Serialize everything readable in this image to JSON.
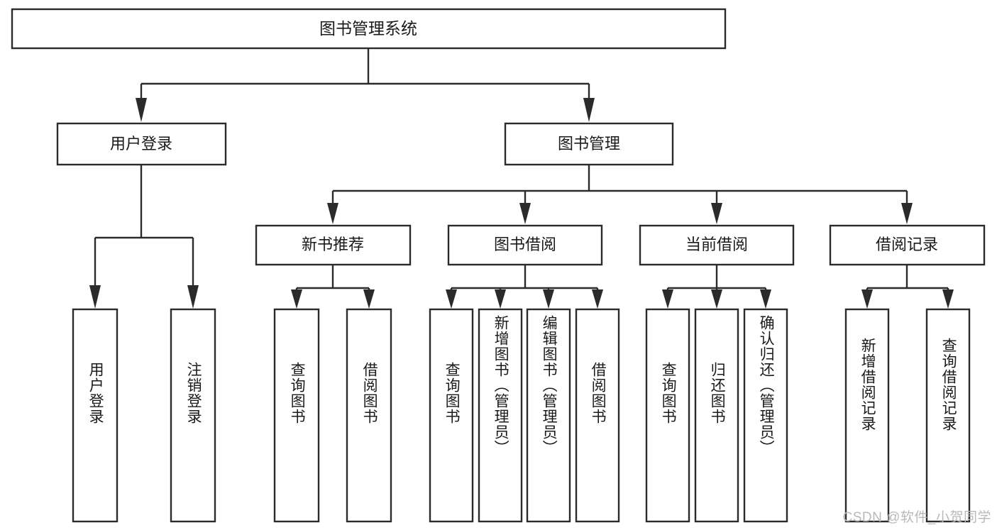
{
  "diagram": {
    "title": "图书管理系统",
    "type": "tree-hierarchy-chart",
    "watermark": "CSDN @软件_小贺同学",
    "colors": {
      "box_fill": "#ffffff",
      "box_stroke": "#2b2b2b",
      "text": "#1a1a1a",
      "watermark": "#b9b9b9",
      "background": "#ffffff"
    },
    "nodes": {
      "root": {
        "label": "图书管理系统"
      },
      "level2": [
        {
          "id": "user-login",
          "label": "用户登录"
        },
        {
          "id": "book-management",
          "label": "图书管理"
        }
      ],
      "level3": [
        {
          "id": "new-book-recommend",
          "label": "新书推荐"
        },
        {
          "id": "book-borrow",
          "label": "图书借阅"
        },
        {
          "id": "current-borrow",
          "label": "当前借阅"
        },
        {
          "id": "borrow-record",
          "label": "借阅记录"
        }
      ],
      "leaves": {
        "user_login": [
          {
            "id": "leaf-user-login",
            "label": "用户登录"
          },
          {
            "id": "leaf-logout-login",
            "label": "注销登录"
          }
        ],
        "new_book_recommend": [
          {
            "id": "leaf-query-book-1",
            "label": "查询图书"
          },
          {
            "id": "leaf-borrow-book-1",
            "label": "借阅图书"
          }
        ],
        "book_borrow": [
          {
            "id": "leaf-query-book-2",
            "label": "查询图书"
          },
          {
            "id": "leaf-add-book",
            "label": "新增图书（管理员）"
          },
          {
            "id": "leaf-edit-book",
            "label": "编辑图书（管理员）"
          },
          {
            "id": "leaf-borrow-book-2",
            "label": "借阅图书"
          }
        ],
        "current_borrow": [
          {
            "id": "leaf-query-book-3",
            "label": "查询图书"
          },
          {
            "id": "leaf-return-book",
            "label": "归还图书"
          },
          {
            "id": "leaf-confirm-return",
            "label": "确认归还（管理员）"
          }
        ],
        "borrow_record": [
          {
            "id": "leaf-add-borrow-record",
            "label": "新增借阅记录"
          },
          {
            "id": "leaf-query-borrow-record",
            "label": "查询借阅记录"
          }
        ]
      }
    }
  }
}
